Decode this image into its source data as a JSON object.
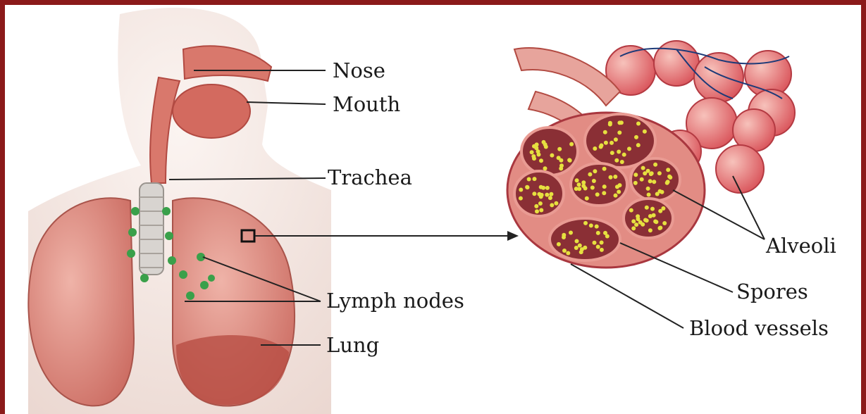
{
  "labels": {
    "nose": "Nose",
    "mouth": "Mouth",
    "trachea": "Trachea",
    "lymph_nodes": "Lymph nodes",
    "lung": "Lung",
    "alveoli": "Alveoli",
    "spores": "Spores",
    "blood_vessels": "Blood vessels"
  },
  "colors": {
    "frame": "#8b1a1a",
    "tissue": "#d9786c",
    "tissue_dark": "#b24a42",
    "lung": "#e59a8f",
    "lymph": "#3aa04a",
    "spores": "#e6e040",
    "skin": "#f2e6e0",
    "leader": "#222222"
  }
}
